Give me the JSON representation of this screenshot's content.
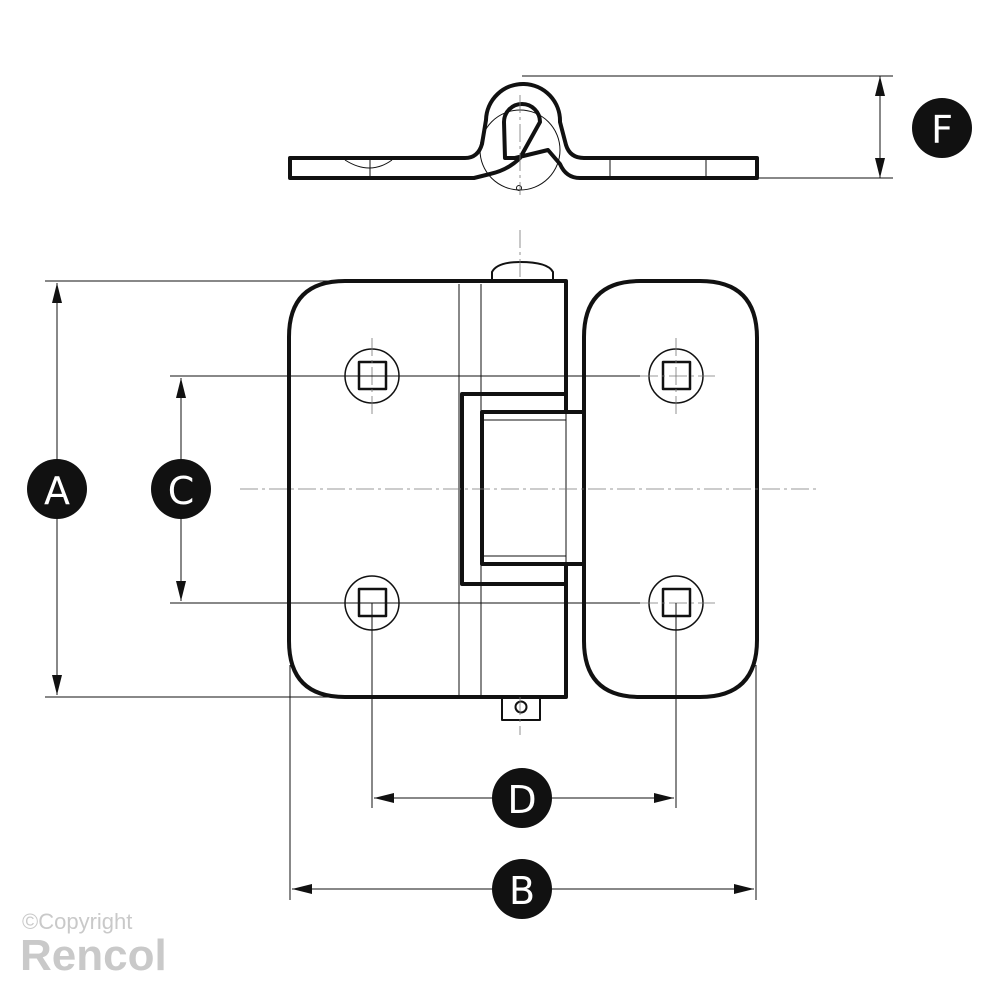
{
  "labels": {
    "a": "A",
    "b": "B",
    "c": "C",
    "d": "D",
    "f": "F"
  },
  "copyright": {
    "line1": "©Copyright",
    "line2": "Rencol"
  },
  "colors": {
    "line": "#111111",
    "label_fill": "#111111",
    "watermark": "#c9c9c9"
  }
}
